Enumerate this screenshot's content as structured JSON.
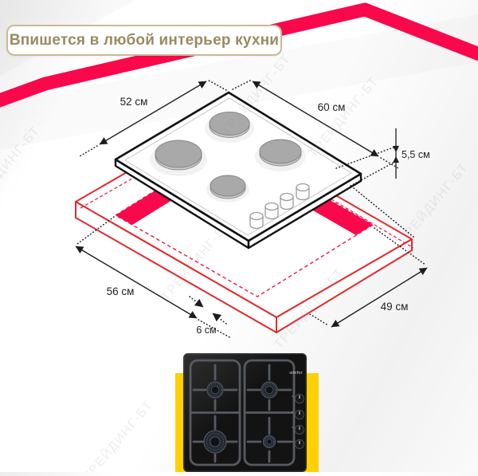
{
  "badge": {
    "label": "Впишется в любой интерьер кухни"
  },
  "watermark": {
    "text": "ТРЕЙДИНГ-БТ"
  },
  "diagram": {
    "dimensions": {
      "top_left": "52 см",
      "top_right": "60 см",
      "side_height": "5,5 см",
      "bottom_left": "56 см",
      "bottom_right": "49 см",
      "front_offset": "6 см"
    }
  },
  "photo": {
    "brand_logo": "simfer"
  },
  "colors": {
    "ribbon_red": "#F9084B",
    "drawing_red": "#E3292B",
    "cutout_fill_red": "#F9084B",
    "badge_text": "#9A8A64",
    "badge_border": "#C9BA96",
    "photo_accent_yellow": "#FFD103",
    "dimension_line": "#1C1C1C"
  }
}
